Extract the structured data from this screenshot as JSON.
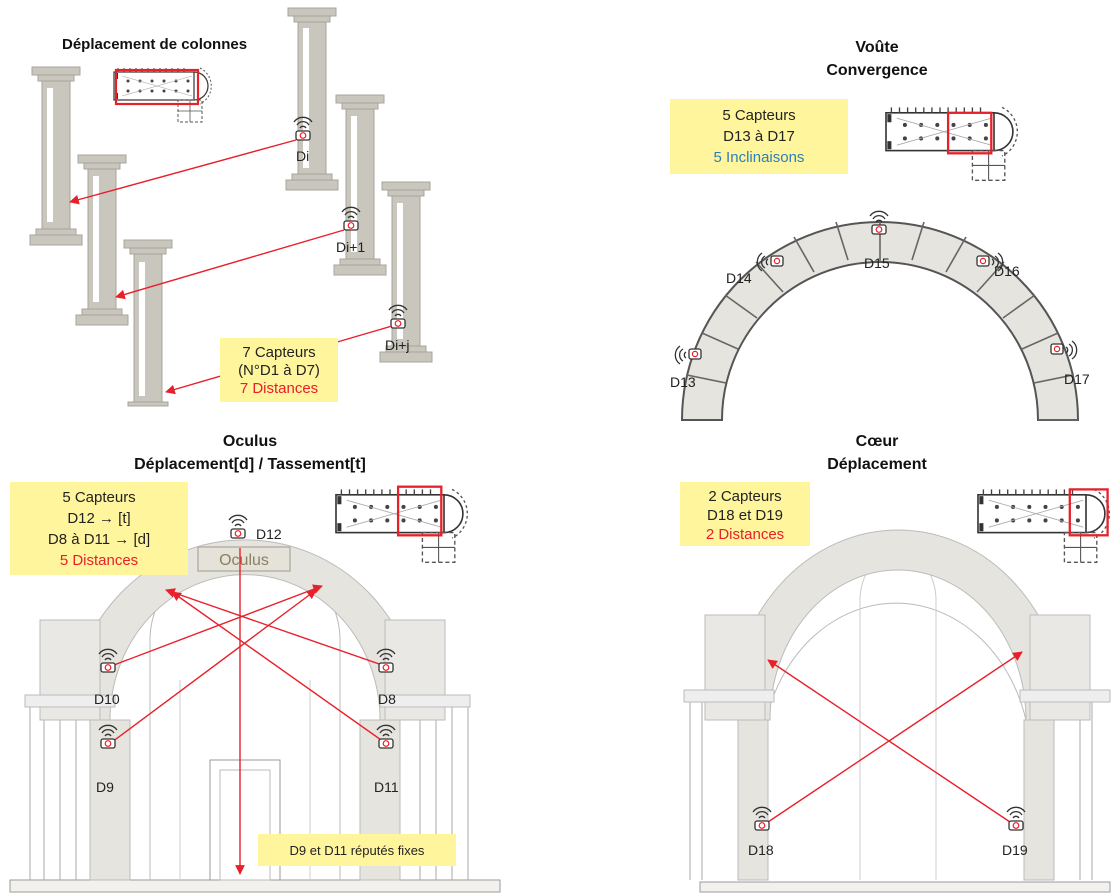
{
  "colors": {
    "accent_red": "#e8202a",
    "note_yellow": "#fff59d",
    "stone": "#c9c6bd",
    "stone_dark": "#a8a49a",
    "blue_text": "#2e7fb8",
    "sensor": "#333333"
  },
  "panel_columns": {
    "title": "Déplacement de colonnes",
    "sensor_labels": [
      "Di",
      "Di+1",
      "Di+j"
    ],
    "note": {
      "line1": "7 Capteurs",
      "line2": "(N°D1 à D7)",
      "line3": "7 Distances"
    },
    "icons": [
      "column-icon",
      "floor-plan-icon",
      "sensor-icon"
    ]
  },
  "panel_vault": {
    "title_line1": "Voûte",
    "title_line2": "Convergence",
    "note": {
      "line1": "5 Capteurs",
      "line2": "D13 à D17",
      "line3": "5 Inclinaisons"
    },
    "sensor_labels": [
      "D13",
      "D14",
      "D15",
      "D16",
      "D17"
    ]
  },
  "panel_oculus": {
    "title_line1": "Oculus",
    "title_line2": "Déplacement[d] / Tassement[t]",
    "note": {
      "line1": "5 Capteurs",
      "line2": "D12 → [t]",
      "line3": "D8 à D11 → [d]",
      "line4": "5 Distances"
    },
    "oculus_label": "Oculus",
    "sensor_labels": {
      "d12": "D12",
      "d10": "D10",
      "d8": "D8",
      "d9": "D9",
      "d11": "D11"
    },
    "fixed_note": "D9 et D11 réputés fixes"
  },
  "panel_choir": {
    "title_line1": "Cœur",
    "title_line2": "Déplacement",
    "note": {
      "line1": "2 Capteurs",
      "line2": "D18 et D19",
      "line3": "2 Distances"
    },
    "sensor_labels": [
      "D18",
      "D19"
    ]
  }
}
